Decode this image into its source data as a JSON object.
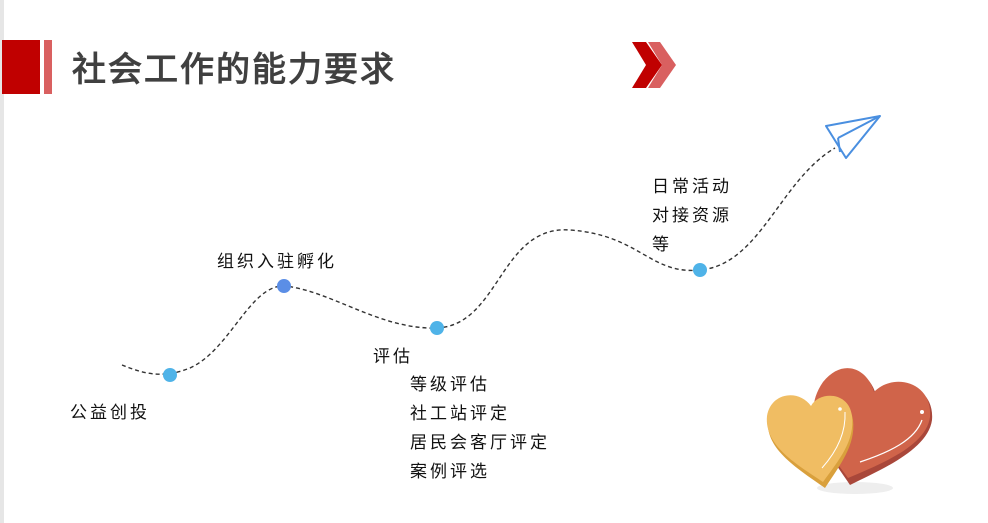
{
  "title": "社会工作的能力要求",
  "milestones": {
    "m1": "公益创投",
    "m2": "组织入驻孵化",
    "m3": {
      "head": "评估",
      "items": [
        "等级评估",
        "社工站评定",
        "居民会客厅评定",
        "案例评选"
      ]
    },
    "m4": {
      "lines": [
        "日常活动",
        "对接资源",
        "等"
      ]
    }
  },
  "colors": {
    "accent": "#c00000",
    "accent_light": "#d96060",
    "dot": "#4fb3e8",
    "dot_dark": "#5b8ee6"
  }
}
